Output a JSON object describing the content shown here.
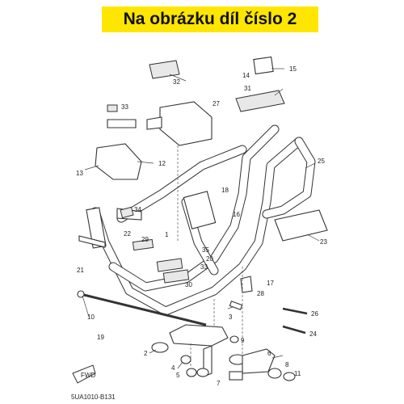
{
  "banner": {
    "text": "Na obrázku díl číslo 2",
    "color": "#ffe600"
  },
  "drawing_code": "5UA1010-B131",
  "fwd_label": "FWD",
  "callouts": [
    {
      "n": "1"
    },
    {
      "n": "2"
    },
    {
      "n": "3"
    },
    {
      "n": "4"
    },
    {
      "n": "5"
    },
    {
      "n": "6"
    },
    {
      "n": "7"
    },
    {
      "n": "8"
    },
    {
      "n": "9"
    },
    {
      "n": "10"
    },
    {
      "n": "11"
    },
    {
      "n": "12"
    },
    {
      "n": "13"
    },
    {
      "n": "14"
    },
    {
      "n": "15"
    },
    {
      "n": "16"
    },
    {
      "n": "17"
    },
    {
      "n": "18"
    },
    {
      "n": "19"
    },
    {
      "n": "20"
    },
    {
      "n": "21"
    },
    {
      "n": "22"
    },
    {
      "n": "23"
    },
    {
      "n": "24"
    },
    {
      "n": "25"
    },
    {
      "n": "26"
    },
    {
      "n": "27"
    },
    {
      "n": "28"
    },
    {
      "n": "29"
    },
    {
      "n": "30"
    },
    {
      "n": "31"
    },
    {
      "n": "32"
    },
    {
      "n": "33"
    },
    {
      "n": "33"
    },
    {
      "n": "34"
    },
    {
      "n": "35"
    }
  ]
}
